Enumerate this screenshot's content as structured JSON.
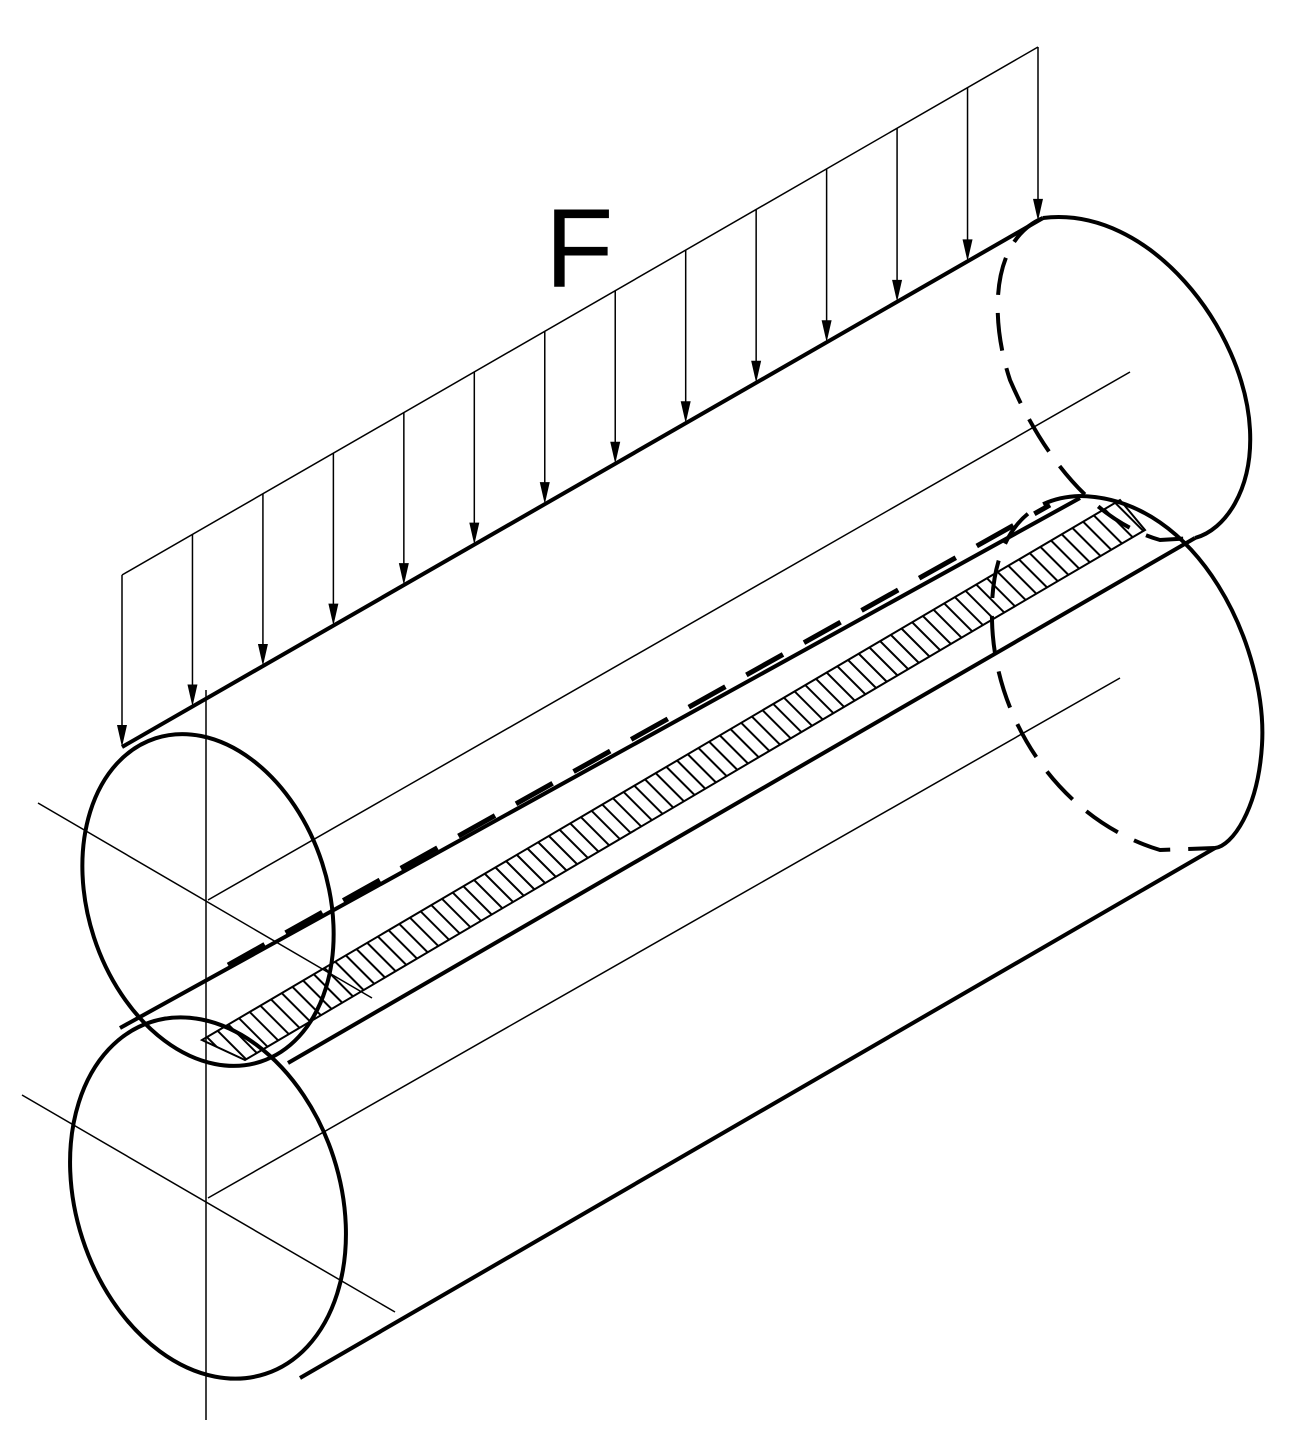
{
  "figure": {
    "force_label": "F",
    "colors": {
      "background": "#ffffff",
      "ink": "#000000"
    },
    "load": {
      "arrow_count": 14
    },
    "components": [
      "upper-cylinder",
      "lower-cylinder",
      "contact-strip"
    ]
  }
}
